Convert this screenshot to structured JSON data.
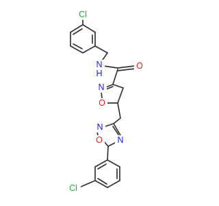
{
  "molecule": {
    "atom_labels": {
      "cl_top": "Cl",
      "nh": "N",
      "nh_h": "H",
      "carbonyl_o": "O",
      "isoxazoline_n": "N",
      "isoxazoline_o": "O",
      "oxadiazole_n_top": "N",
      "oxadiazole_o": "O",
      "oxadiazole_n_right": "N",
      "cl_bottom": "Cl"
    },
    "colors": {
      "bond": "#333333",
      "chlorine": "#2eaa2e",
      "nitrogen": "#1a1aee",
      "oxygen": "#ee1a1a"
    }
  }
}
